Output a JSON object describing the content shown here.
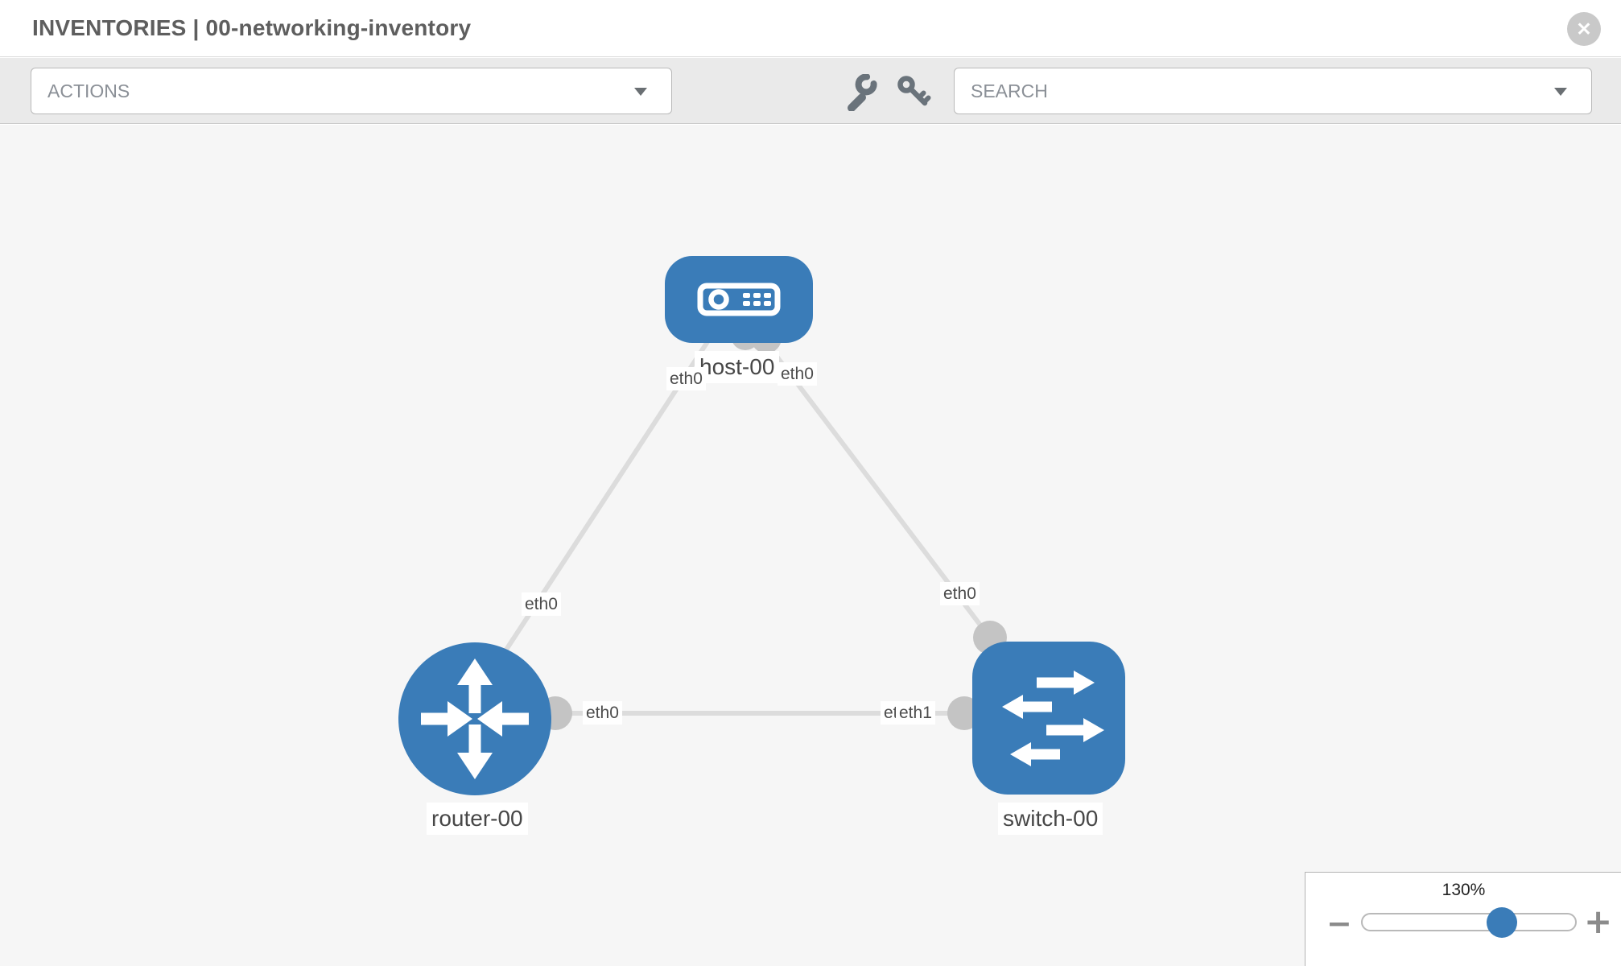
{
  "header": {
    "title": "INVENTORIES | 00-networking-inventory"
  },
  "toolbar": {
    "actions_placeholder": "ACTIONS",
    "search_placeholder": "SEARCH"
  },
  "topology": {
    "nodes": [
      {
        "label": "host-00",
        "type": "host"
      },
      {
        "label": "router-00",
        "type": "router"
      },
      {
        "label": "switch-00",
        "type": "switch"
      }
    ],
    "links": [
      {
        "from": "host-00",
        "from_if": "eth0",
        "to": "router-00",
        "to_if": "eth0"
      },
      {
        "from": "host-00",
        "from_if": "eth0",
        "to": "switch-00",
        "to_if": "eth0"
      },
      {
        "from": "router-00",
        "from_if": "eth0",
        "to": "switch-00",
        "to_if": "eth1",
        "to_if_overlapped": "eth0"
      }
    ]
  },
  "zoom_control": {
    "level": "130%"
  },
  "icons": {
    "close_glyph": "✕",
    "minus_glyph": "−",
    "plus_glyph": "+"
  },
  "colors": {
    "node_blue": "#3a7cb8",
    "link_gray": "#dcdcdc",
    "connector_gray": "#c4c4c4",
    "toolbar_bg": "#eaeaea",
    "canvas_bg": "#f6f6f6"
  }
}
